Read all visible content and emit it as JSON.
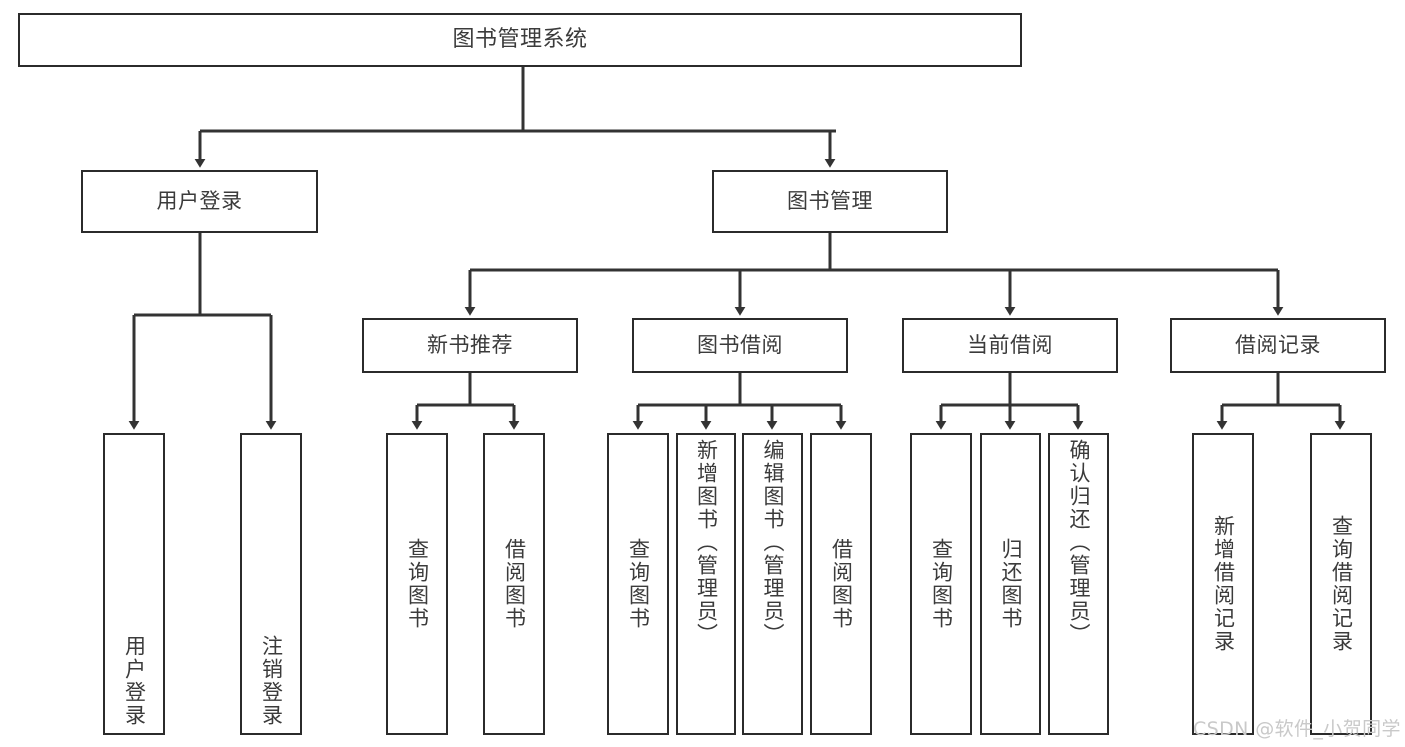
{
  "diagram": {
    "title": "图书管理系统",
    "type": "tree",
    "watermark": "CSDN @软件_小贺同学",
    "colors": {
      "box_border": "#2b2b2b",
      "box_fill": "#ffffff",
      "connector": "#333333",
      "text": "#3b3b3b",
      "watermark": "#c9c9c9",
      "background": "#ffffff"
    },
    "nodes": {
      "root": {
        "label": "图书管理系统"
      },
      "level2": [
        {
          "id": "user_login",
          "label": "用户登录"
        },
        {
          "id": "book_manage",
          "label": "图书管理"
        }
      ],
      "level3": [
        {
          "id": "new_book_rec",
          "label": "新书推荐",
          "parent": "book_manage"
        },
        {
          "id": "book_borrow",
          "label": "图书借阅",
          "parent": "book_manage"
        },
        {
          "id": "current_borrow",
          "label": "当前借阅",
          "parent": "book_manage"
        },
        {
          "id": "borrow_record",
          "label": "借阅记录",
          "parent": "book_manage"
        }
      ],
      "leaves": [
        {
          "id": "leaf_user_login",
          "label": "用户登录",
          "parent": "user_login"
        },
        {
          "id": "leaf_user_logout",
          "label": "注销登录",
          "parent": "user_login"
        },
        {
          "id": "leaf_rec_query",
          "label": "查询图书",
          "parent": "new_book_rec"
        },
        {
          "id": "leaf_rec_borrow",
          "label": "借阅图书",
          "parent": "new_book_rec"
        },
        {
          "id": "leaf_bb_query",
          "label": "查询图书",
          "parent": "book_borrow"
        },
        {
          "id": "leaf_bb_add",
          "label": "新增图书（管理员）",
          "parent": "book_borrow"
        },
        {
          "id": "leaf_bb_edit",
          "label": "编辑图书（管理员）",
          "parent": "book_borrow"
        },
        {
          "id": "leaf_bb_borrow",
          "label": "借阅图书",
          "parent": "book_borrow"
        },
        {
          "id": "leaf_cb_query",
          "label": "查询图书",
          "parent": "current_borrow"
        },
        {
          "id": "leaf_cb_return",
          "label": "归还图书",
          "parent": "current_borrow"
        },
        {
          "id": "leaf_cb_confirm",
          "label": "确认归还（管理员）",
          "parent": "current_borrow"
        },
        {
          "id": "leaf_br_add",
          "label": "新增借阅记录",
          "parent": "borrow_record"
        },
        {
          "id": "leaf_br_query",
          "label": "查询借阅记录",
          "parent": "borrow_record"
        }
      ]
    }
  }
}
